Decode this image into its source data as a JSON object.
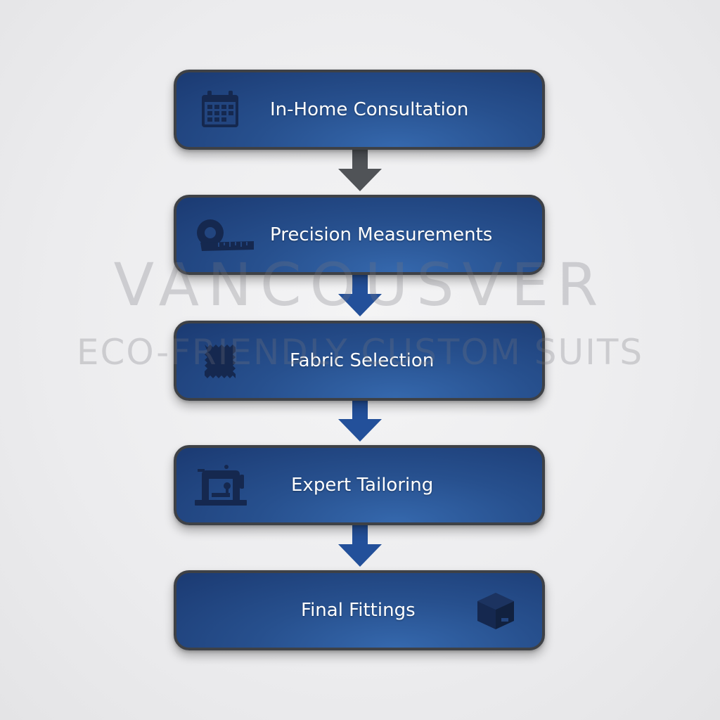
{
  "watermark": {
    "line1": "VANCOUSVER",
    "line2": "ECO-FRIENDLY CUSTOM SUITS"
  },
  "steps": [
    {
      "label": "In-Home Consultation",
      "icon": "calendar-icon"
    },
    {
      "label": "Precision Measurements",
      "icon": "measuring-tape-icon"
    },
    {
      "label": "Fabric Selection",
      "icon": "fabric-swatch-icon"
    },
    {
      "label": "Expert Tailoring",
      "icon": "sewing-machine-icon"
    },
    {
      "label": "Final Fittings",
      "icon": "box-icon"
    }
  ],
  "colors": {
    "box_fill": "#27508e",
    "box_border": "#3e4146",
    "icon": "#15284f",
    "arrow_first": "#505357",
    "arrow": "#23509a",
    "background": "#ececee"
  }
}
